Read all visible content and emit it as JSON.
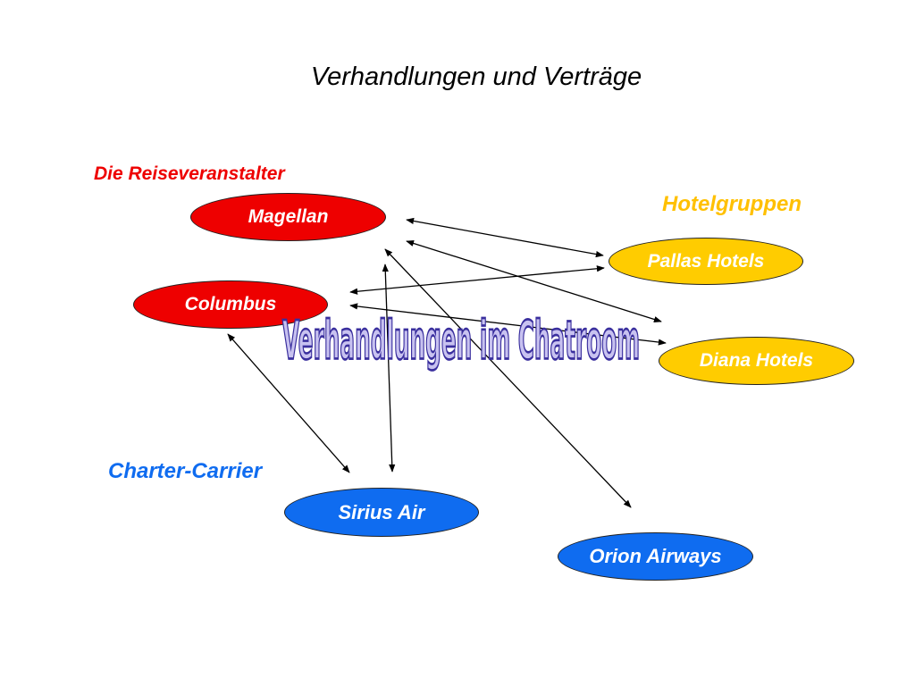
{
  "title": "Verhandlungen und Verträge",
  "groups": {
    "tour_operators": "Die Reiseveranstalter",
    "hotel_groups": "Hotelgruppen",
    "charter_carriers": "Charter-Carrier"
  },
  "nodes": {
    "magellan": "Magellan",
    "columbus": "Columbus",
    "pallas": "Pallas Hotels",
    "diana": "Diana Hotels",
    "sirius": "Sirius Air",
    "orion": "Orion Airways"
  },
  "banner": "Verhandlungen im Chatroom",
  "colors": {
    "tour_operator": "#ee0000",
    "hotel_group": "#ffcc00",
    "charter_carrier": "#0f6cf0",
    "banner_fill": "#c8c2f0",
    "banner_stroke": "#3a2f9e"
  },
  "connections": [
    [
      "magellan",
      "pallas"
    ],
    [
      "magellan",
      "diana"
    ],
    [
      "magellan",
      "sirius"
    ],
    [
      "magellan",
      "orion"
    ],
    [
      "columbus",
      "pallas"
    ],
    [
      "columbus",
      "diana"
    ],
    [
      "columbus",
      "sirius"
    ]
  ]
}
